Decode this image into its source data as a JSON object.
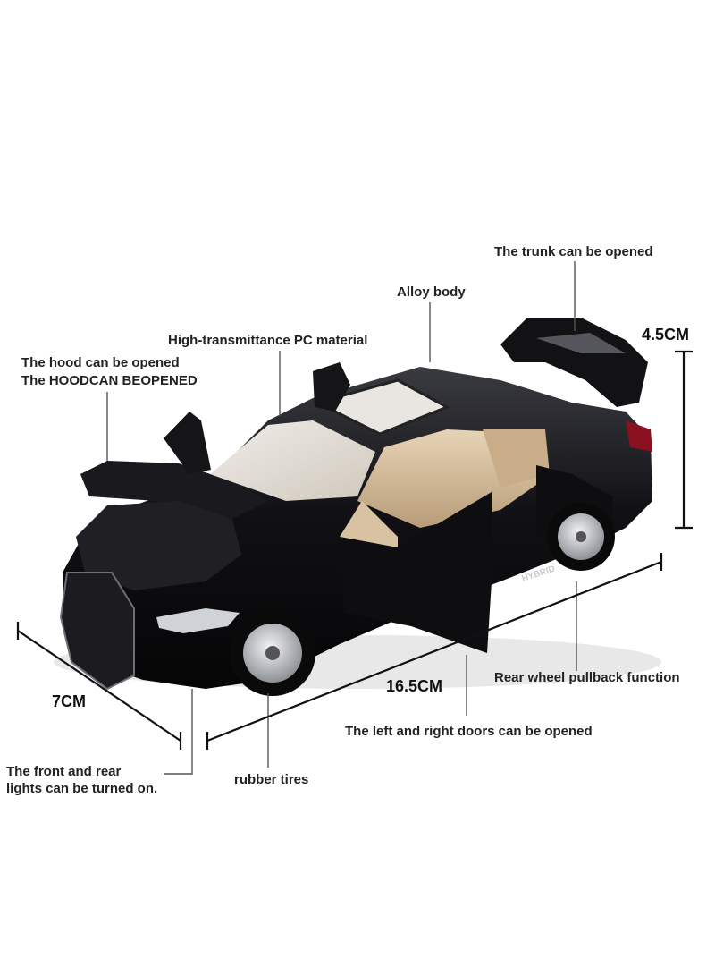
{
  "annotations": {
    "trunk": "The trunk can be opened",
    "alloy_body": "Alloy body",
    "pc_material": "High-transmittance PC material",
    "hood_1": "The hood can be opened",
    "hood_2": "The HOODCAN BEOPENED",
    "rear_wheel": "Rear wheel pullback function",
    "doors": "The left and right doors can be opened",
    "lights": "The front and rear\nlights can be turned on.",
    "tires": "rubber tires"
  },
  "dimensions": {
    "height": "4.5CM",
    "width": "7CM",
    "length": "16.5CM"
  },
  "car": {
    "badge_text": "HYBRID",
    "colors": {
      "body": "#0d0d10",
      "interior": "#d6bd9c",
      "rim": "#bfc3c7",
      "tail_light": "#8a1020"
    }
  }
}
